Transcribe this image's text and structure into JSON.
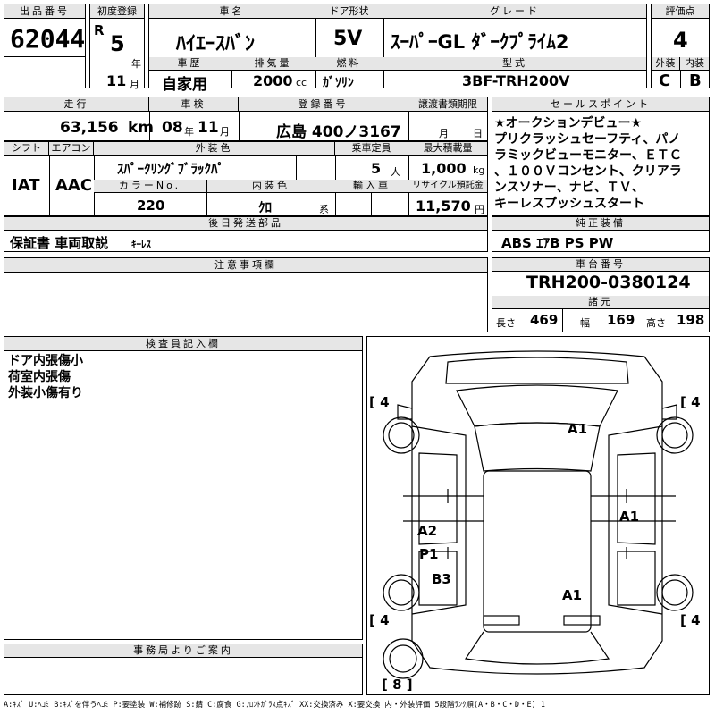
{
  "header": {
    "lot_label": "出品番号",
    "lot_value": "62044",
    "first_reg_label": "初度登録",
    "era": "R",
    "year": "5",
    "year_unit": "年",
    "month": "11",
    "month_unit": "月",
    "car_name_label": "車名",
    "car_name": "ﾊｲｴｰｽﾊﾞﾝ",
    "door_label": "ドア形状",
    "door_value": "5V",
    "grade_label": "グレード",
    "grade_value": "ｽｰﾊﾟｰGL ﾀﾞｰｸﾌﾟﾗｲﾑ2",
    "score_label": "評価点",
    "score_value": "4",
    "history_label": "車歴",
    "history_value": "自家用",
    "displacement_label": "排気量",
    "displacement_value": "2000",
    "displacement_unit": "cc",
    "fuel_label": "燃料",
    "fuel_value": "ｶﾞｿﾘﾝ",
    "model_label": "型式",
    "model_value": "3BF-TRH200V",
    "exterior_label": "外装",
    "exterior_value": "C",
    "interior_label": "内装",
    "interior_value": "B"
  },
  "row2": {
    "mileage_label": "走行",
    "mileage_value": "63,156",
    "mileage_unit": "km",
    "inspection_label": "車検",
    "inspection_year": "08",
    "inspection_year_unit": "年",
    "inspection_month": "11",
    "inspection_month_unit": "月",
    "plate_label": "登録番号",
    "plate_value": "広島 400ノ3167",
    "transfer_label": "譲渡書類期限",
    "transfer_month_unit": "月",
    "transfer_day_unit": "日"
  },
  "row3": {
    "shift_label": "シフト",
    "shift_value": "IAT",
    "ac_label": "エアコン",
    "ac_value": "AAC",
    "color_label": "外装色",
    "color_value": "ｽﾊﾟｰｸﾘﾝｸﾞﾌﾞﾗｯｸﾊﾟ",
    "capacity_label": "乗車定員",
    "capacity_value": "5",
    "capacity_unit": "人",
    "load_label": "最大積載量",
    "load_value": "1,000",
    "load_unit": "kg",
    "color_no_label": "カラーNo.",
    "color_no_value": "220",
    "int_color_label": "内装色",
    "int_color_value": "ｸﾛ",
    "int_color_unit": "系",
    "import_label": "輸入車",
    "recycle_label": "リサイクル預託金",
    "recycle_value": "11,570",
    "recycle_unit": "円"
  },
  "sales_points": {
    "label": "セールスポイント",
    "lines": [
      "★オークションデビュー★",
      "プリクラッシュセーフティ、パノ",
      "ラミックビューモニター、ＥＴＣ",
      "、１００Ｖコンセント、クリアラ",
      "ンスソナー、ナビ、ＴＶ、",
      "キーレスプッシュスタート"
    ]
  },
  "later_parts": {
    "label": "後日発送部品",
    "value": "保証書 車両取説",
    "extra": "ｷｰﾚｽ"
  },
  "equipment": {
    "label": "純正装備",
    "value": "ABS ｴｱB PS PW"
  },
  "notes": {
    "label": "注意事項欄"
  },
  "chassis": {
    "label": "車台番号",
    "value": "TRH200-0380124",
    "dims_label": "諸元",
    "length_label": "長さ",
    "length_value": "469",
    "width_label": "幅",
    "width_value": "169",
    "height_label": "高さ",
    "height_value": "198"
  },
  "inspector": {
    "label": "検査員記入欄",
    "lines": [
      "ドア内張傷小",
      "荷室内張傷",
      "外装小傷有り"
    ]
  },
  "office": {
    "label": "事務局よりご案内"
  },
  "diagram": {
    "tire_fl": "4",
    "tire_fr": "4",
    "tire_rl": "4",
    "tire_rr": "4",
    "spare": "8",
    "marks": [
      "A1",
      "A1",
      "A2",
      "P1",
      "B3",
      "A1"
    ]
  },
  "legend": "A:ｷｽﾞ U:ﾍｺﾐ B:ｷｽﾞを伴うﾍｺﾐ P:要塗装 W:補修跡 S:錆 C:腐食 G:ﾌﾛﾝﾄｶﾞﾗｽ点ｷｽﾞ XX:交換済み X:要交換 内・外装評価 5段階ﾗﾝｸ順(A・B・C・D・E) 1"
}
